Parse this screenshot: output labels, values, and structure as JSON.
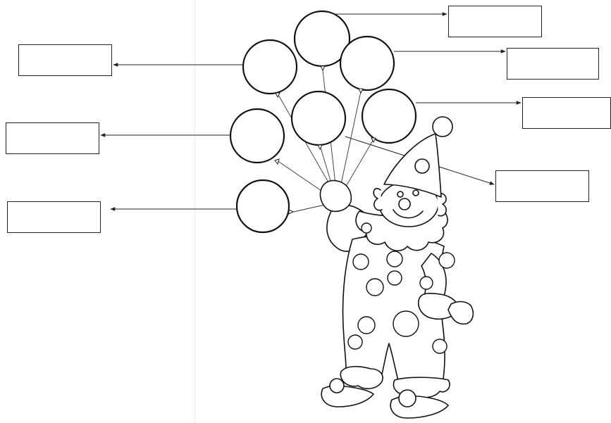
{
  "worksheet": {
    "label_boxes": [
      {
        "id": "lb1",
        "text": ""
      },
      {
        "id": "lb2",
        "text": ""
      },
      {
        "id": "lb3",
        "text": ""
      },
      {
        "id": "lb4",
        "text": ""
      },
      {
        "id": "lb5",
        "text": ""
      },
      {
        "id": "lb6",
        "text": ""
      },
      {
        "id": "lb7",
        "text": ""
      }
    ],
    "balloon_count": 7,
    "line_color": "#222222",
    "fill_color": "#ffffff"
  }
}
